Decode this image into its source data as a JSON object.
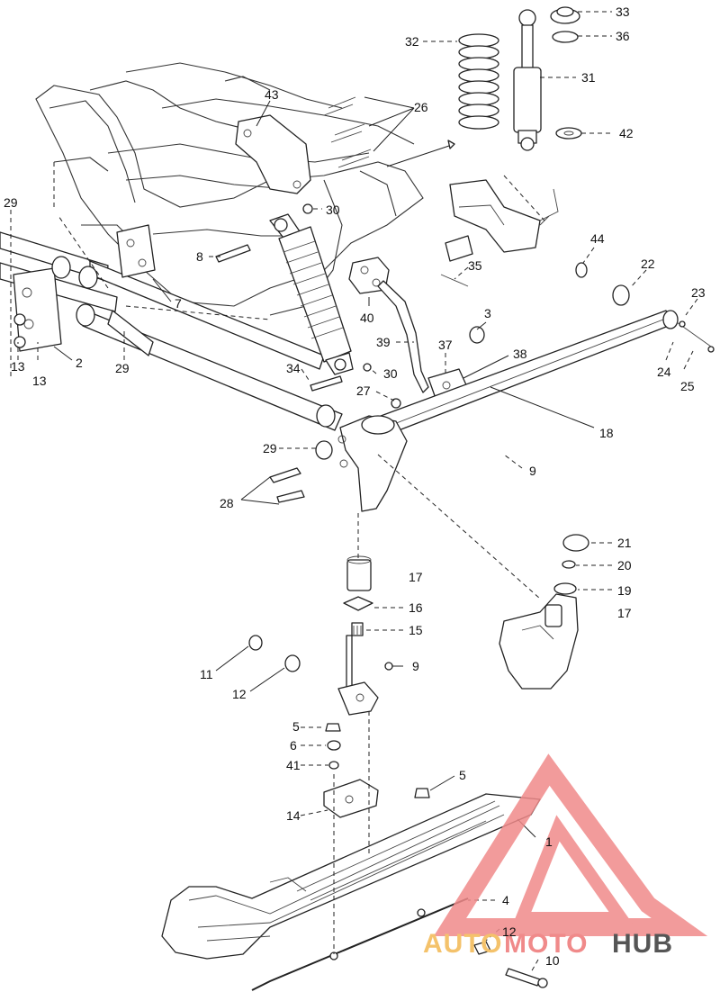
{
  "callouts": [
    {
      "id": "c33",
      "text": "33"
    },
    {
      "id": "c36",
      "text": "36"
    },
    {
      "id": "c32",
      "text": "32"
    },
    {
      "id": "c31",
      "text": "31"
    },
    {
      "id": "c42",
      "text": "42"
    },
    {
      "id": "c43",
      "text": "43"
    },
    {
      "id": "c26",
      "text": "26"
    },
    {
      "id": "c30a",
      "text": "30"
    },
    {
      "id": "c29a",
      "text": "29"
    },
    {
      "id": "c8",
      "text": "8"
    },
    {
      "id": "c7",
      "text": "7"
    },
    {
      "id": "c44",
      "text": "44"
    },
    {
      "id": "c22",
      "text": "22"
    },
    {
      "id": "c23",
      "text": "23"
    },
    {
      "id": "c35",
      "text": "35"
    },
    {
      "id": "c40",
      "text": "40"
    },
    {
      "id": "c3",
      "text": "3"
    },
    {
      "id": "c39",
      "text": "39"
    },
    {
      "id": "c37",
      "text": "37"
    },
    {
      "id": "c38",
      "text": "38"
    },
    {
      "id": "c24",
      "text": "24"
    },
    {
      "id": "c25",
      "text": "25"
    },
    {
      "id": "c13a",
      "text": "13"
    },
    {
      "id": "c13b",
      "text": "13"
    },
    {
      "id": "c2",
      "text": "2"
    },
    {
      "id": "c29b",
      "text": "29"
    },
    {
      "id": "c34",
      "text": "34"
    },
    {
      "id": "c30b",
      "text": "30"
    },
    {
      "id": "c27",
      "text": "27"
    },
    {
      "id": "c18",
      "text": "18"
    },
    {
      "id": "c29c",
      "text": "29"
    },
    {
      "id": "c9a",
      "text": "9"
    },
    {
      "id": "c28",
      "text": "28"
    },
    {
      "id": "c21",
      "text": "21"
    },
    {
      "id": "c20",
      "text": "20"
    },
    {
      "id": "c17a",
      "text": "17"
    },
    {
      "id": "c19",
      "text": "19"
    },
    {
      "id": "c17b",
      "text": "17"
    },
    {
      "id": "c16",
      "text": "16"
    },
    {
      "id": "c15",
      "text": "15"
    },
    {
      "id": "c11",
      "text": "11"
    },
    {
      "id": "c9b",
      "text": "9"
    },
    {
      "id": "c12a",
      "text": "12"
    },
    {
      "id": "c5a",
      "text": "5"
    },
    {
      "id": "c6",
      "text": "6"
    },
    {
      "id": "c41",
      "text": "41"
    },
    {
      "id": "c5b",
      "text": "5"
    },
    {
      "id": "c14",
      "text": "14"
    },
    {
      "id": "c1",
      "text": "1"
    },
    {
      "id": "c4",
      "text": "4"
    },
    {
      "id": "c12b",
      "text": "12"
    },
    {
      "id": "c10",
      "text": "10"
    }
  ],
  "watermark": {
    "part1": "AUTO",
    "part2": "MOTO",
    "part3": "HUB",
    "color_primary": "#f08a8a",
    "color_secondary": "#f4c26b",
    "color_dark": "#555555"
  }
}
